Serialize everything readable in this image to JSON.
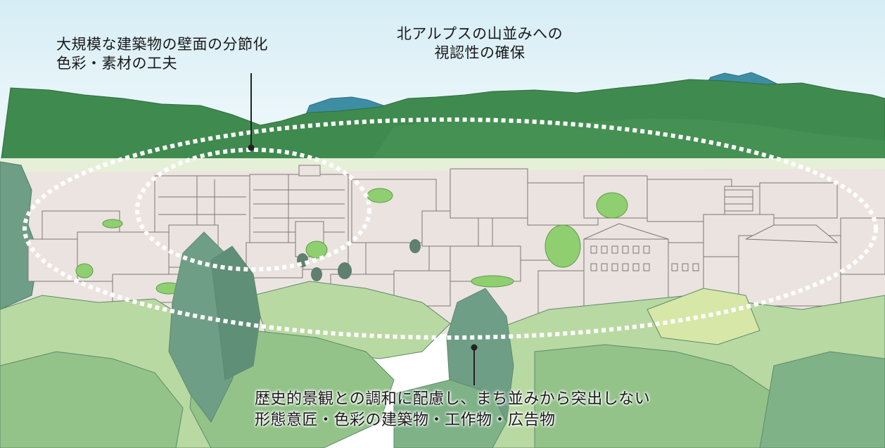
{
  "annotations": {
    "walls": {
      "line1": "大規模な建築物の壁面の分節化",
      "line2": "色彩・素材の工夫"
    },
    "alps": {
      "line1": "北アルプスの山並みへの",
      "line2": "視認性の確保"
    },
    "bottom": {
      "line1": "歴史的景観との調和に配慮し、まち並みから突出しない",
      "line2": "形態意匠・色彩の建築物・工作物・広告物"
    }
  },
  "colors": {
    "sky_top": "#d9eef5",
    "sky_bottom": "#f7fcfe",
    "far_mountain": "#3a8fa6",
    "near_mountain": "#3f8a4e",
    "town": "#ebe3e0",
    "building_line": "#7d7774",
    "tree_light": "#b9d9a2",
    "tree_mid": "#93c389",
    "tree_dark": "#6f9e86",
    "highlight_green": "#8fcf70",
    "dotted_ellipse": "#ffffff",
    "leader_line": "#222222"
  }
}
